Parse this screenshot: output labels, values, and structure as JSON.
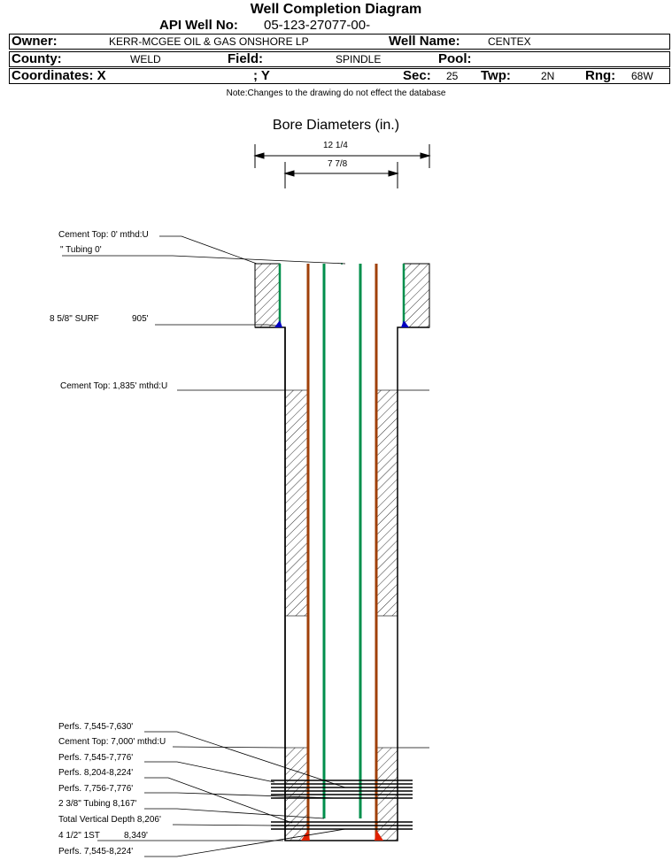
{
  "title": "Well Completion Diagram",
  "api": {
    "label": "API Well No:",
    "value": "05-123-27077-00-"
  },
  "owner": {
    "label": "Owner:",
    "value": "KERR-MCGEE OIL & GAS ONSHORE LP"
  },
  "well_name": {
    "label": "Well Name:",
    "value": "CENTEX"
  },
  "county": {
    "label": "County:",
    "value": "WELD"
  },
  "field": {
    "label": "Field:",
    "value": "SPINDLE"
  },
  "pool": {
    "label": "Pool:",
    "value": ""
  },
  "coordinates": {
    "label": "Coordinates: X",
    "y_label": "; Y"
  },
  "sec": {
    "label": "Sec:",
    "value": "25"
  },
  "twp": {
    "label": "Twp:",
    "value": "2N"
  },
  "rng": {
    "label": "Rng:",
    "value": "68W"
  },
  "note": "Note:Changes to the drawing do not effect the database",
  "bore": {
    "title": "Bore Diameters (in.)",
    "outer": "12 1/4",
    "inner": "7 7/8"
  },
  "labels": {
    "cement_top_0": "Cement Top: 0' mthd:U",
    "tubing_0": "\" Tubing 0'",
    "surf": "8 5/8\" SURF",
    "surf_depth": "905'",
    "cement_top_1835": "Cement Top: 1,835' mthd:U",
    "perfs_1": "Perfs. 7,545-7,630'",
    "cement_top_7000": "Cement Top: 7,000' mthd:U",
    "perfs_2": "Perfs. 7,545-7,776'",
    "perfs_3": "Perfs. 8,204-8,224'",
    "perfs_4": "Perfs. 7,756-7,776'",
    "tubing_8167": "2 3/8\" Tubing 8,167'",
    "tvd": "Total Vertical Depth 8,206'",
    "st": "4 1/2\" 1ST",
    "st_depth": "8,349'",
    "perfs_5": "Perfs. 7,545-8,224'"
  },
  "colors": {
    "tubing": "#008f4c",
    "casing": "#a0400a",
    "shoe_blue": "#0000c0",
    "shoe_red": "#e02000"
  }
}
